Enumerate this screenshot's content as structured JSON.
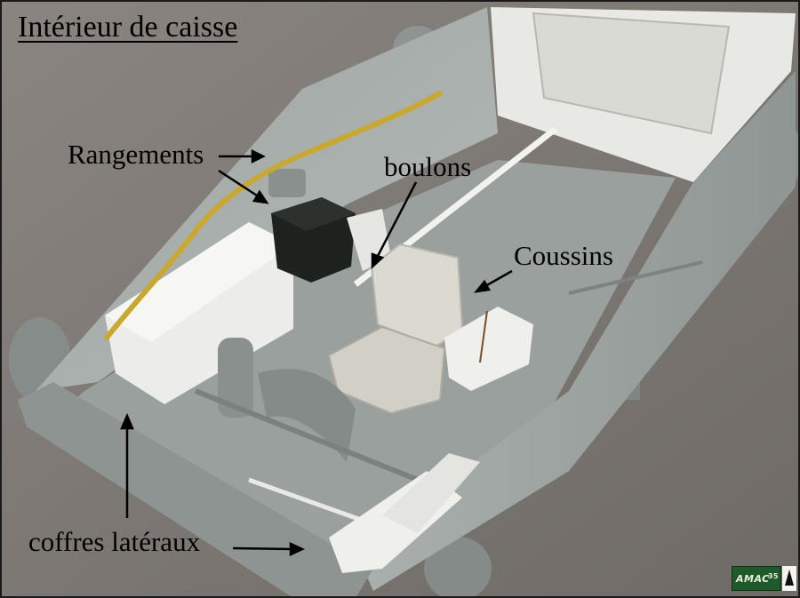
{
  "title": "Intérieur de caisse",
  "labels": {
    "rangements": "Rangements",
    "boulons": "boulons",
    "coussins": "Coussins",
    "coffres": "coffres latéraux"
  },
  "logo": {
    "text": "AMAC",
    "number": "35"
  },
  "colors": {
    "background": "#7a7672",
    "hull_grey": "#a8aeac",
    "floor_grey": "#9aa09e",
    "white_parts": "#ececea",
    "rope_yellow": "#c9a82e",
    "black_box": "#1e221f"
  }
}
